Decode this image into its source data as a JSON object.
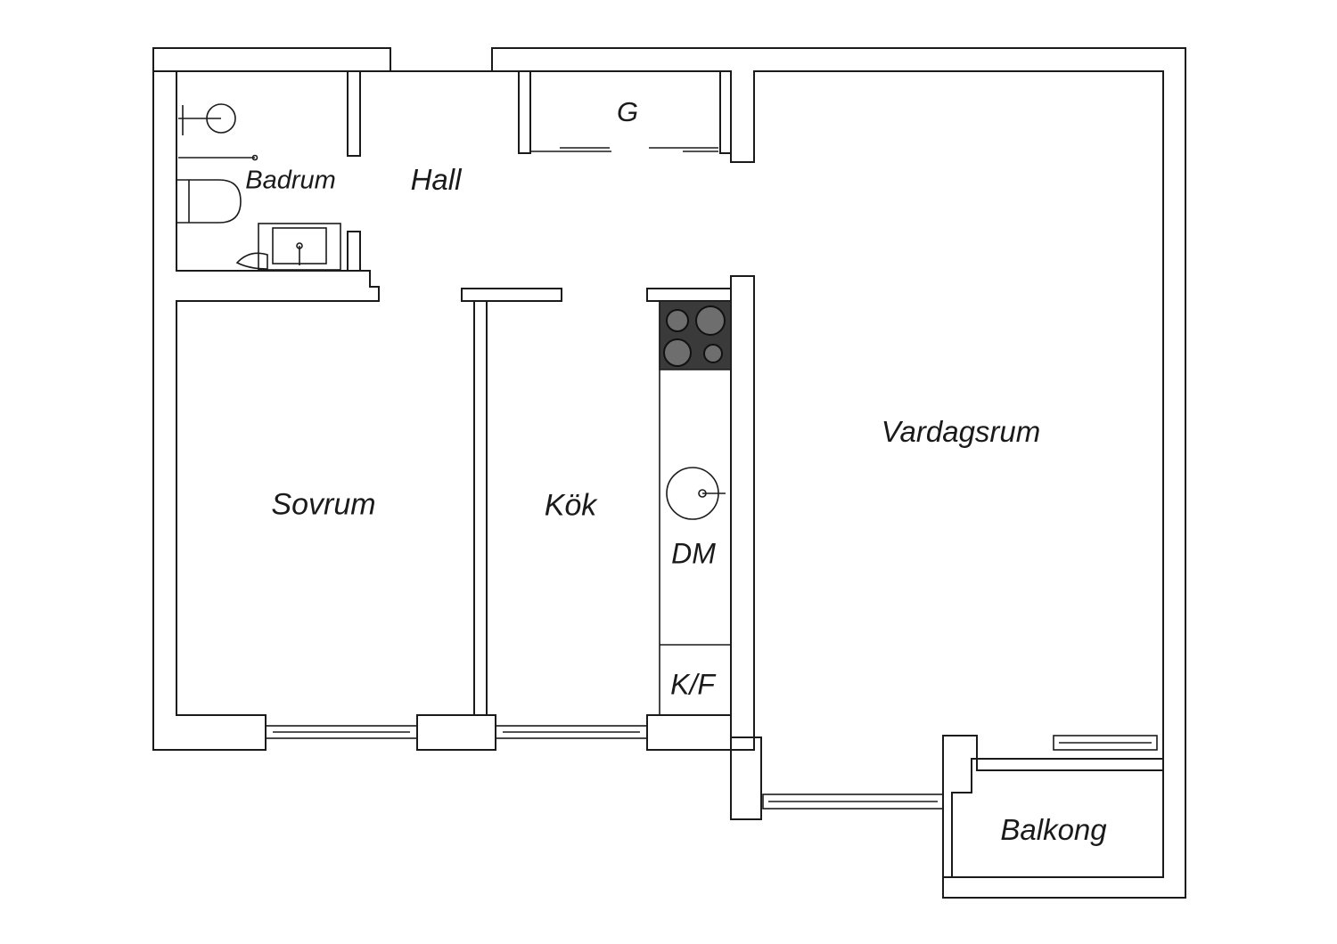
{
  "plan": {
    "rooms": {
      "badrum": "Badrum",
      "hall": "Hall",
      "garderob": "G",
      "vardagsrum": "Vardagsrum",
      "sovrum": "Sovrum",
      "kok": "Kök",
      "diskmaskin": "DM",
      "kyl_frys": "K/F",
      "balkong": "Balkong"
    },
    "colors": {
      "stroke": "#1a1a1a",
      "background": "#ffffff",
      "stove": "#3a3a3a",
      "burner": "#6e6e6e"
    }
  }
}
